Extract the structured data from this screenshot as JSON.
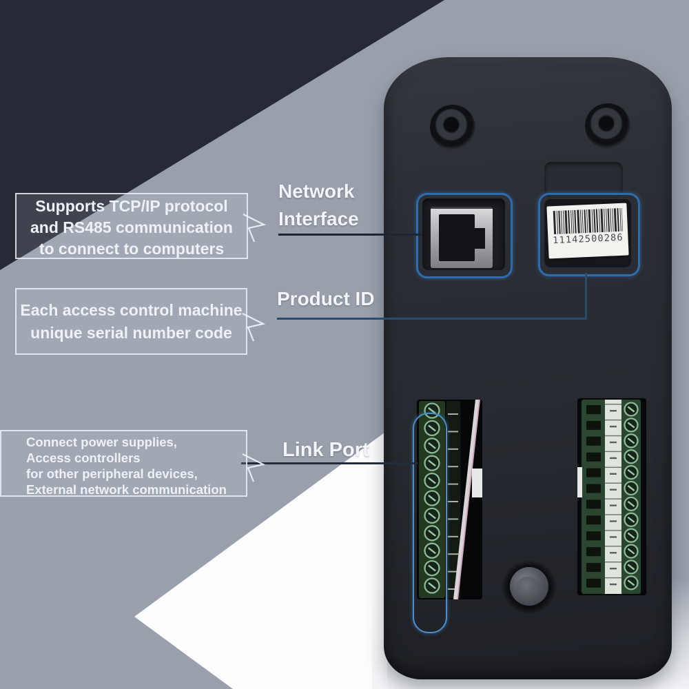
{
  "callouts": [
    {
      "lines": [
        "Supports TCP/IP protocol",
        "and RS485 communication",
        "to connect to computers"
      ]
    },
    {
      "lines": [
        "Each access control machine",
        "unique serial number code"
      ]
    },
    {
      "lines": [
        "Connect power supplies,",
        "Access controllers",
        "for other peripheral devices,",
        "External network communication"
      ]
    }
  ],
  "port_labels": {
    "network_interface": {
      "lines": [
        "Network",
        "Interface"
      ]
    },
    "product_id": "Product ID",
    "link_port": "Link Port"
  },
  "device": {
    "serial_number": "11142500286"
  },
  "colors": {
    "highlight_accent": "#2e6cb0",
    "background_dark": "#262a35",
    "background_light": "#99a0ac",
    "wedge_white": "#fdfdfe"
  }
}
